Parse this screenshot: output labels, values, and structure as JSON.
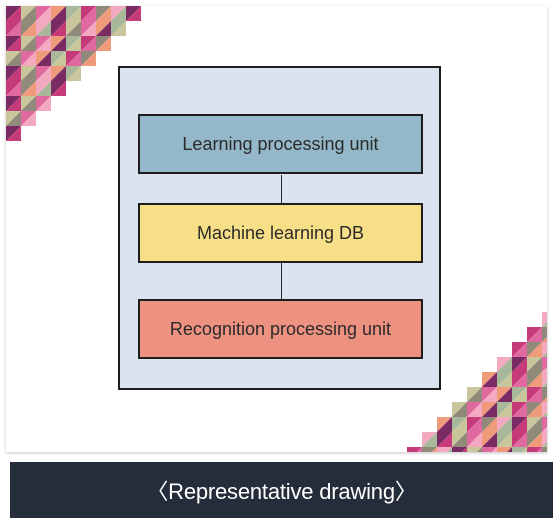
{
  "diagram": {
    "boxes": [
      {
        "label": "Learning processing unit",
        "color": "#94b8c9"
      },
      {
        "label": "Machine learning DB",
        "color": "#f7df87"
      },
      {
        "label": "Recognition processing unit",
        "color": "#ed9181"
      }
    ],
    "frame_color": "#dbe3f1"
  },
  "caption": {
    "text": "〈Representative drawing〉",
    "background": "#252d3a"
  },
  "decoration": {
    "palette": [
      "#7b2b63",
      "#c53a79",
      "#e06aa0",
      "#f3a9bf",
      "#a8b89a",
      "#c9c69c",
      "#8f8a7a",
      "#ef9a7a"
    ]
  }
}
